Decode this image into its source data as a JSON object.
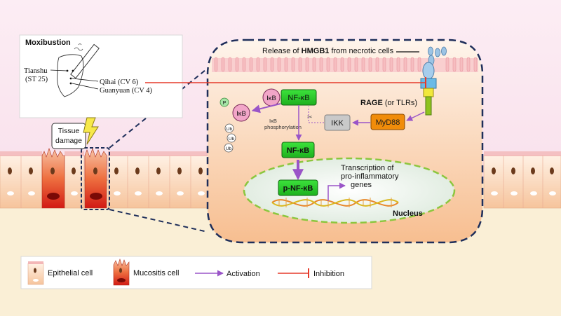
{
  "moxibustion": {
    "title": "Moxibustion",
    "acupoints": [
      "Tianshu",
      "(ST 25)",
      "Qihai (CV 6)",
      "Guanyuan (CV 4)"
    ]
  },
  "tissue_damage": [
    "Tissue",
    "damage"
  ],
  "zoom": {
    "release": {
      "prefix": "Release of ",
      "bold": "HMGB1",
      "suffix": " from necrotic cells"
    },
    "rage": {
      "bold": "RAGE",
      "suffix": " (or TLRs)"
    },
    "nodes": {
      "ikb_complex": "IκB",
      "nfkb_complex": "NF-κB",
      "ikb_released": "IκB",
      "phospho": "P",
      "ub": [
        "Ub",
        "Ub",
        "Ub"
      ],
      "ikk": "IKK",
      "myd88": "MyD88",
      "nfkb_free": "NF-κB",
      "p_nfkb": "p-NF-κB"
    },
    "ikb_phosphorylation": [
      "IκB",
      "phosphorylation"
    ],
    "transcription": [
      "Transcription of",
      "pro-inflammatory",
      "genes"
    ],
    "nucleus": "Nucleus"
  },
  "legend": {
    "epithelial": "Epithelial cell",
    "mucositis": "Mucositis cell",
    "activation": "Activation",
    "inhibition": "Inhibition"
  },
  "colors": {
    "nfkb_green": "#22CC22",
    "myd88_orange": "#F08C0A",
    "activation_purple": "#9A55C8",
    "inhibition_red": "#E53A2A",
    "ikb_pink": "#F2A6C8",
    "dashed_navy": "#1E2E5A"
  }
}
